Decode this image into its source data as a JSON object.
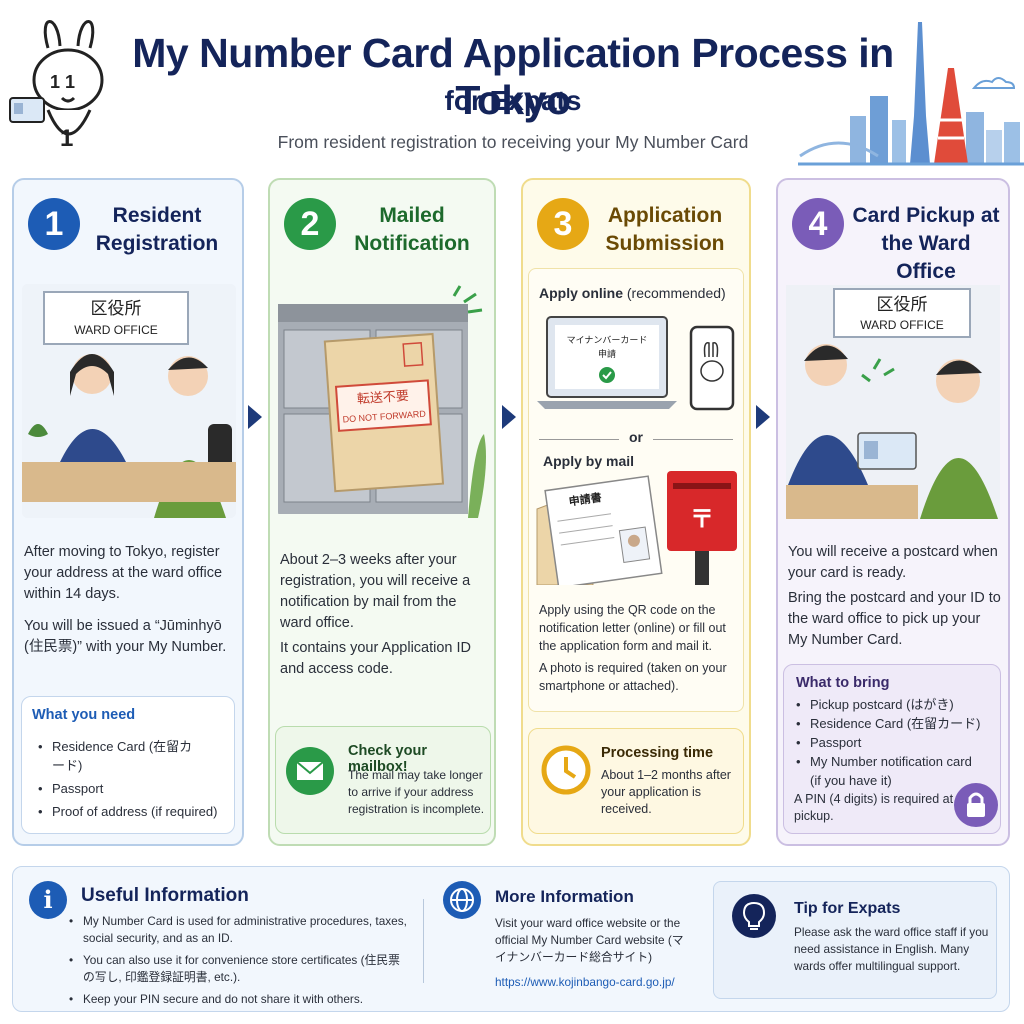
{
  "header": {
    "title": "My Number Card Application Process in Tokyo",
    "subtitle": "for Expats",
    "tagline": "From resident registration to receiving your My Number Card"
  },
  "colors": {
    "navy": "#14245a",
    "blue": "#1d5cb5",
    "green": "#2a9a48",
    "yellow": "#e6a815",
    "purple": "#7a5cb8"
  },
  "steps": [
    {
      "number": "1",
      "title_lines": [
        "Resident",
        "Registration"
      ],
      "sign_kanji": "区役所",
      "sign_en": "WARD OFFICE",
      "desc1": "After moving to Tokyo, register your address at the ward office within 14 days.",
      "desc2": "You will be issued a “Jūminhyō (住民票)” with your My Number.",
      "box_title": "What you need",
      "box_items": [
        "Residence Card (在留カード)",
        "Passport",
        "Proof of address (if required)"
      ]
    },
    {
      "number": "2",
      "title_lines": [
        "Mailed",
        "Notification"
      ],
      "stamp_jp": "転送不要",
      "stamp_en": "DO NOT FORWARD",
      "desc1": "About 2–3 weeks after your registration, you will receive a notification by mail from the ward office.",
      "desc2": "It contains your Application ID and access code.",
      "box_title": "Check your mailbox!",
      "box_text": "The mail may take longer to arrive if your address registration is incomplete."
    },
    {
      "number": "3",
      "title_lines": [
        "Application",
        "Submission"
      ],
      "online_bold": "Apply online",
      "online_note": "(recommended)",
      "laptop_text": "マイナンバーカード 申請",
      "or_label": "or",
      "mail_label": "Apply by mail",
      "form_label": "申請書",
      "desc1": "Apply using the QR code on the notification letter (online) or fill out the application form and mail it.",
      "desc2": "A photo is required (taken on your smartphone or attached).",
      "box_title": "Processing time",
      "box_text": "About 1–2 months after your application is received."
    },
    {
      "number": "4",
      "title_lines": [
        "Card Pickup at",
        "the Ward Office"
      ],
      "sign_kanji": "区役所",
      "sign_en": "WARD OFFICE",
      "desc1": "You will receive a postcard when your card is ready.",
      "desc2": "Bring the postcard and your ID to the ward office to pick up your My Number Card.",
      "box_title": "What to bring",
      "box_items": [
        "Pickup postcard (はがき)",
        "Residence Card (在留カード)",
        "Passport",
        "My Number notification card (if you have it)"
      ],
      "box_note": "A PIN (4 digits) is required at pickup."
    }
  ],
  "info": {
    "useful_title": "Useful Information",
    "useful_items": [
      "My Number Card is used for administrative procedures, taxes, social security, and as an ID.",
      "You can also use it for convenience store certificates (住民票の写し, 印鑑登録証明書, etc.).",
      "Keep your PIN secure and do not share it with others."
    ],
    "more_title": "More Information",
    "more_text": "Visit your ward office website or the official My Number Card website (マイナンバーカード総合サイト)",
    "more_url": "https://www.kojinbango-card.go.jp/",
    "tip_title": "Tip for Expats",
    "tip_text": "Please ask the ward office staff if you need assistance in English. Many wards offer multilingual support."
  }
}
